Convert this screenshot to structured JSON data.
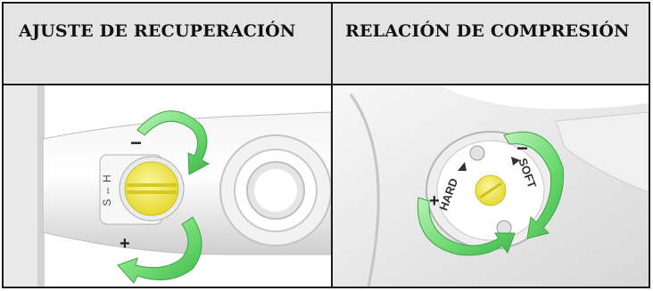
{
  "table": {
    "headers": [
      "AJUSTE DE RECUPERACIÓN",
      "RELACIÓN DE COMPRESIÓN"
    ]
  },
  "left_image": {
    "icons": [
      "rotate-minus-arrow",
      "rotate-plus-arrow",
      "adjuster-knob"
    ],
    "scale_label": "S ⇔ H",
    "minus": "−",
    "plus": "+",
    "accent_color": "#5fd36b",
    "knob_color": "#f3ea4f"
  },
  "right_image": {
    "icons": [
      "rotate-minus-arrow",
      "rotate-plus-arrow",
      "adjuster-knob"
    ],
    "hard_label": "HARD",
    "soft_label": "SOFT",
    "minus": "−",
    "plus": "+",
    "accent_color": "#5fd36b",
    "knob_color": "#f3ea4f"
  }
}
